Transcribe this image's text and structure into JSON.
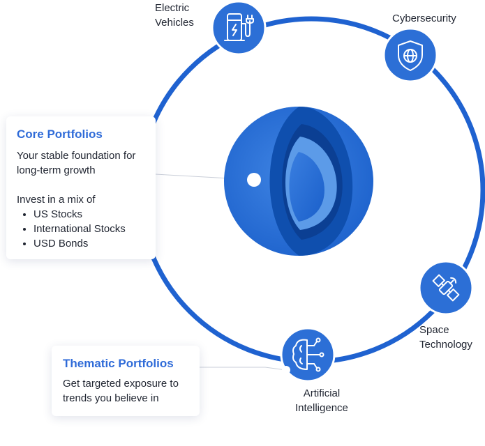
{
  "colors": {
    "ring": "#1f62d0",
    "badge": "#2c6fd6",
    "title": "#2f6bd8",
    "text": "#1f2430"
  },
  "core_portfolios": {
    "title": "Core Portfolios",
    "description": "Your stable foundation for long-term growth",
    "mix_intro": "Invest in a mix of",
    "items": [
      "US Stocks",
      "International Stocks",
      "USD Bonds"
    ]
  },
  "thematic_portfolios": {
    "title": "Thematic Portfolios",
    "description": "Get targeted exposure to trends you believe in"
  },
  "themes": {
    "electric_vehicles": {
      "line1": "Electric",
      "line2": "Vehicles",
      "icon": "ev-charger-icon"
    },
    "cybersecurity": {
      "line1": "Cybersecurity",
      "icon": "shield-globe-icon"
    },
    "space_technology": {
      "line1": "Space",
      "line2": "Technology",
      "icon": "satellite-icon"
    },
    "artificial_intelligence": {
      "line1": "Artificial",
      "line2": "Intelligence",
      "icon": "brain-circuit-icon"
    }
  }
}
